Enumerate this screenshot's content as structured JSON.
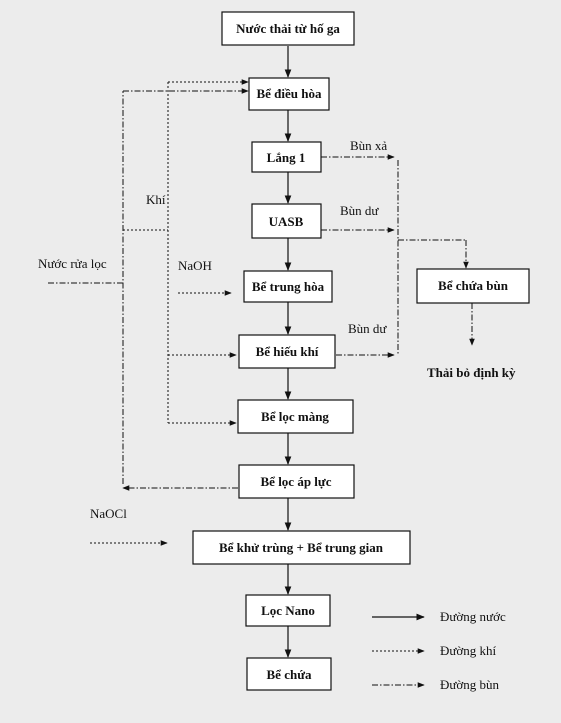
{
  "boxes": {
    "wastewater_source": "Nước thải từ hố ga",
    "equalization_tank": "Bể điều hòa",
    "primary_settling": "Lắng 1",
    "uasb": "UASB",
    "neutralization_tank": "Bể trung hòa",
    "aerobic_tank": "Bể hiếu khí",
    "membrane_filter": "Bể lọc màng",
    "pressure_filter": "Bể lọc áp lực",
    "disinfection_tank": "Bể khử trùng + Bể trung gian",
    "nano_filter": "Lọc Nano",
    "storage_tank": "Bể chứa",
    "sludge_tank": "Bể chứa bùn"
  },
  "labels": {
    "sludge_discharge": "Bùn xả",
    "excess_sludge_1": "Bùn dư",
    "excess_sludge_2": "Bùn dư",
    "air": "Khí",
    "backwash_water": "Nước rửa lọc",
    "naoh": "NaOH",
    "naocl": "NaOCl",
    "periodic_disposal": "Thải bỏ định kỳ"
  },
  "legend": {
    "water_line": "Đường nước",
    "air_line": "Đường khí",
    "sludge_line": "Đường bùn"
  }
}
